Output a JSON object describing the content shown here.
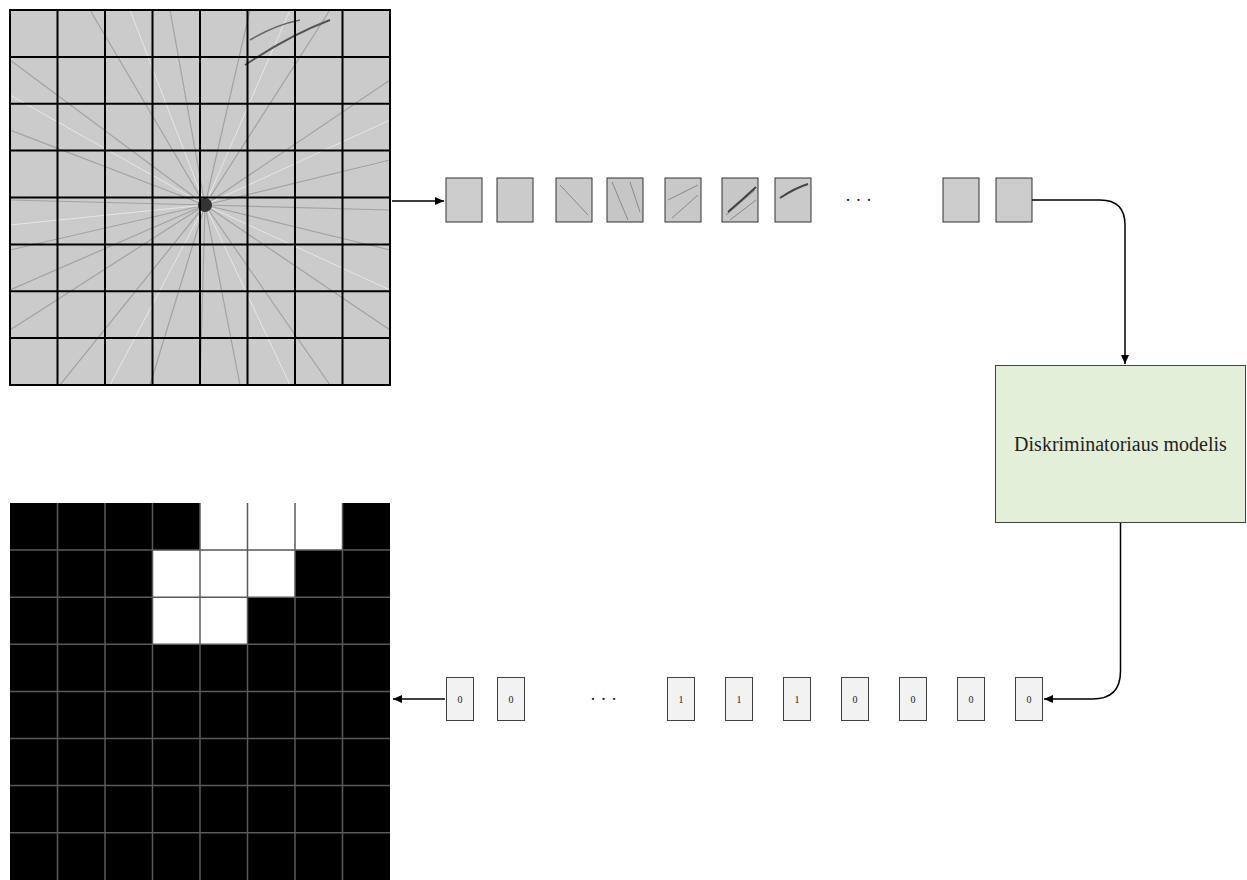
{
  "diagram": {
    "nodes": [
      {
        "text": [
          "Diskriminatoriaus modelis"
        ]
      },
      {
        "text": [
          "0"
        ]
      },
      {
        "text": [
          "0"
        ]
      },
      {
        "text": [
          "1"
        ]
      },
      {
        "text": [
          "1"
        ]
      },
      {
        "text": [
          "1"
        ]
      },
      {
        "text": [
          "0"
        ]
      },
      {
        "text": [
          "0"
        ]
      },
      {
        "text": [
          "0"
        ]
      },
      {
        "text": [
          "0"
        ]
      }
    ],
    "edges": [
      {
        "from": 0,
        "to": 9,
        "arrow": "to"
      }
    ],
    "labels": [
      "· · ·",
      "· · ·"
    ]
  }
}
